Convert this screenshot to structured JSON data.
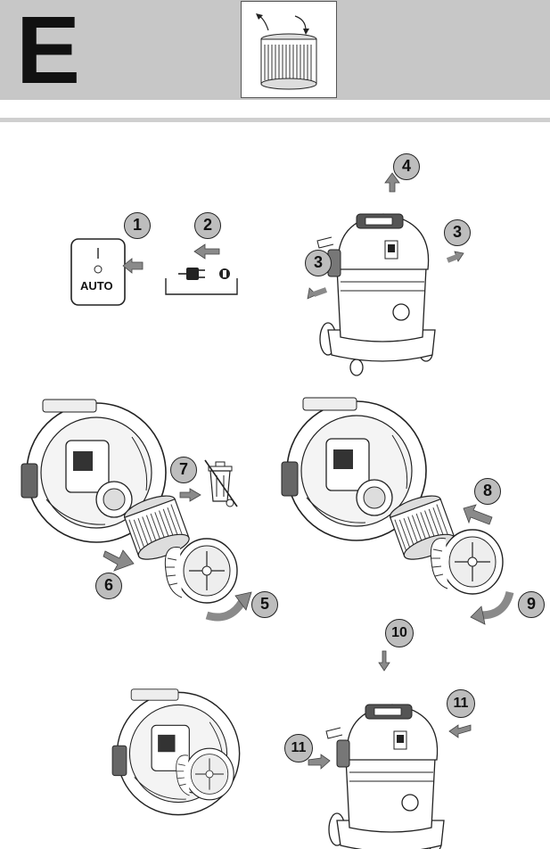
{
  "header": {
    "section_letter": "E",
    "filter_icon": "cartridge-filter-rotate-icon"
  },
  "switch": {
    "label": "AUTO"
  },
  "steps": {
    "s1": "1",
    "s2": "2",
    "s3a": "3",
    "s3b": "3",
    "s4": "4",
    "s5": "5",
    "s6": "6",
    "s7": "7",
    "s8": "8",
    "s9": "9",
    "s10": "10",
    "s11a": "11",
    "s11b": "11"
  },
  "icons": [
    "power-switch-icon",
    "unplug-icon",
    "vacuum-cleaner-icon",
    "filter-cartridge-icon",
    "trash-bin-icon"
  ],
  "colors": {
    "header_bg": "#c7c7c7",
    "step_badge": "#bdbdbd",
    "arrow": "#9a9a9a"
  }
}
